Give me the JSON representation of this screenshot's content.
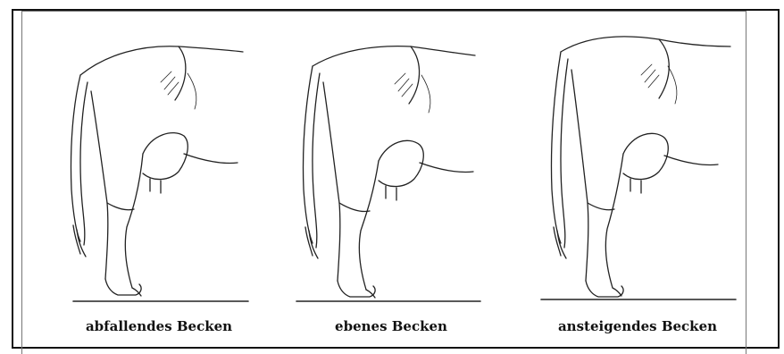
{
  "panels": [
    {
      "caption": "abfallendes Becken"
    },
    {
      "caption": "ebenes Becken"
    },
    {
      "caption": "ansteigendes Becken"
    }
  ]
}
